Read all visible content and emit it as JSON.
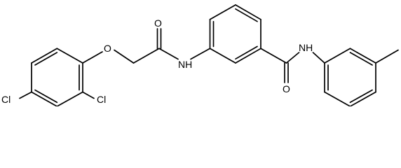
{
  "atoms": {
    "cl_para": "Cl",
    "cl_ortho": "Cl",
    "o_ether": "O",
    "o_amide1": "O",
    "nh_amide1": "NH",
    "o_amide2": "O",
    "nh_amide2": "NH"
  }
}
